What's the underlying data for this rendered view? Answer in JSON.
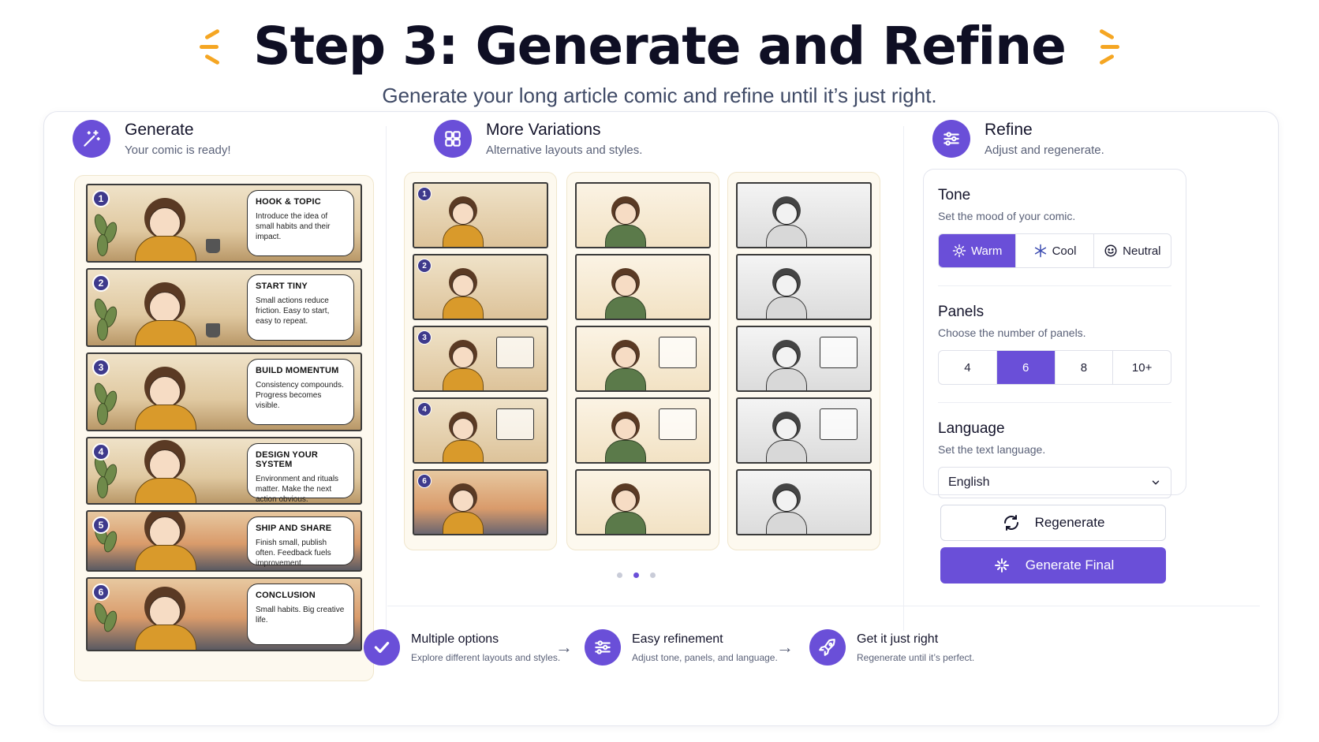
{
  "header": {
    "title": "Step 3: Generate and Refine",
    "subtitle": "Generate your long article comic and refine until it’s just right."
  },
  "generate": {
    "title": "Generate",
    "subtitle": "Your comic is ready!",
    "panels": [
      {
        "num": "1",
        "title": "HOOK & TOPIC",
        "body": "Introduce the idea of small habits and their impact."
      },
      {
        "num": "2",
        "title": "START TINY",
        "body": "Small actions reduce friction. Easy to start, easy to repeat."
      },
      {
        "num": "3",
        "title": "BUILD MOMENTUM",
        "body": "Consistency compounds. Progress becomes visible."
      },
      {
        "num": "4",
        "title": "DESIGN YOUR SYSTEM",
        "body": "Environment and rituals matter. Make the next action obvious."
      },
      {
        "num": "5",
        "title": "SHIP AND SHARE",
        "body": "Finish small, publish often. Feedback fuels improvement."
      },
      {
        "num": "6",
        "title": "CONCLUSION",
        "body": "Small habits. Big creative life."
      }
    ]
  },
  "variations": {
    "title": "More Variations",
    "subtitle": "Alternative layouts and styles.",
    "numbers": [
      "1",
      "2",
      "3",
      "4",
      "6"
    ],
    "page_index": 2,
    "page_count": 3
  },
  "refine": {
    "title": "Refine",
    "subtitle": "Adjust and regenerate.",
    "tone": {
      "title": "Tone",
      "subtitle": "Set the mood of your comic.",
      "options": [
        "Warm",
        "Cool",
        "Neutral"
      ],
      "selected": "Warm"
    },
    "panels": {
      "title": "Panels",
      "subtitle": "Choose the number of panels.",
      "options": [
        "4",
        "6",
        "8",
        "10+"
      ],
      "selected": "6"
    },
    "language": {
      "title": "Language",
      "subtitle": "Set the text language.",
      "value": "English"
    },
    "regenerate_label": "Regenerate",
    "generate_final_label": "Generate Final"
  },
  "features": [
    {
      "title": "Multiple options",
      "subtitle": "Explore different layouts and styles.",
      "icon": "check-icon"
    },
    {
      "title": "Easy refinement",
      "subtitle": "Adjust tone, panels, and language.",
      "icon": "sliders-icon"
    },
    {
      "title": "Get it just right",
      "subtitle": "Regenerate until it’s perfect.",
      "icon": "rocket-icon"
    }
  ],
  "colors": {
    "accent": "#6a4fd8",
    "spark": "#f5a623"
  }
}
